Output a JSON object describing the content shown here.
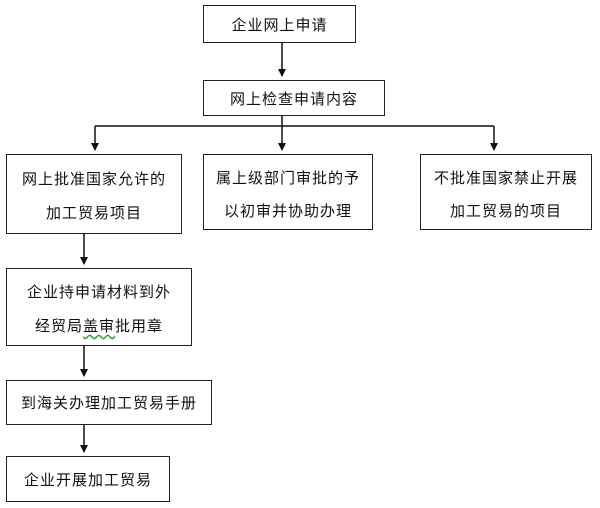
{
  "nodes": {
    "apply_online": "企业网上申请",
    "online_check": "网上检查申请内容",
    "approved_items": [
      "网上批准国家允许的",
      "加工贸易项目"
    ],
    "superior_dept": [
      "属上级部门审批的予",
      "以初审并协助办理"
    ],
    "not_approved": [
      "不批准国家禁止开展",
      "加工贸易的项目"
    ],
    "materials_stamp": [
      "企业持申请材料到外",
      "经贸局盖审批用章"
    ],
    "materials_stamp_plain": "经贸局",
    "materials_stamp_marked": "盖审",
    "materials_stamp_rest": "批用章",
    "customs_manual": "到海关办理加工贸易手册",
    "start_trade": "企业开展加工贸易"
  }
}
